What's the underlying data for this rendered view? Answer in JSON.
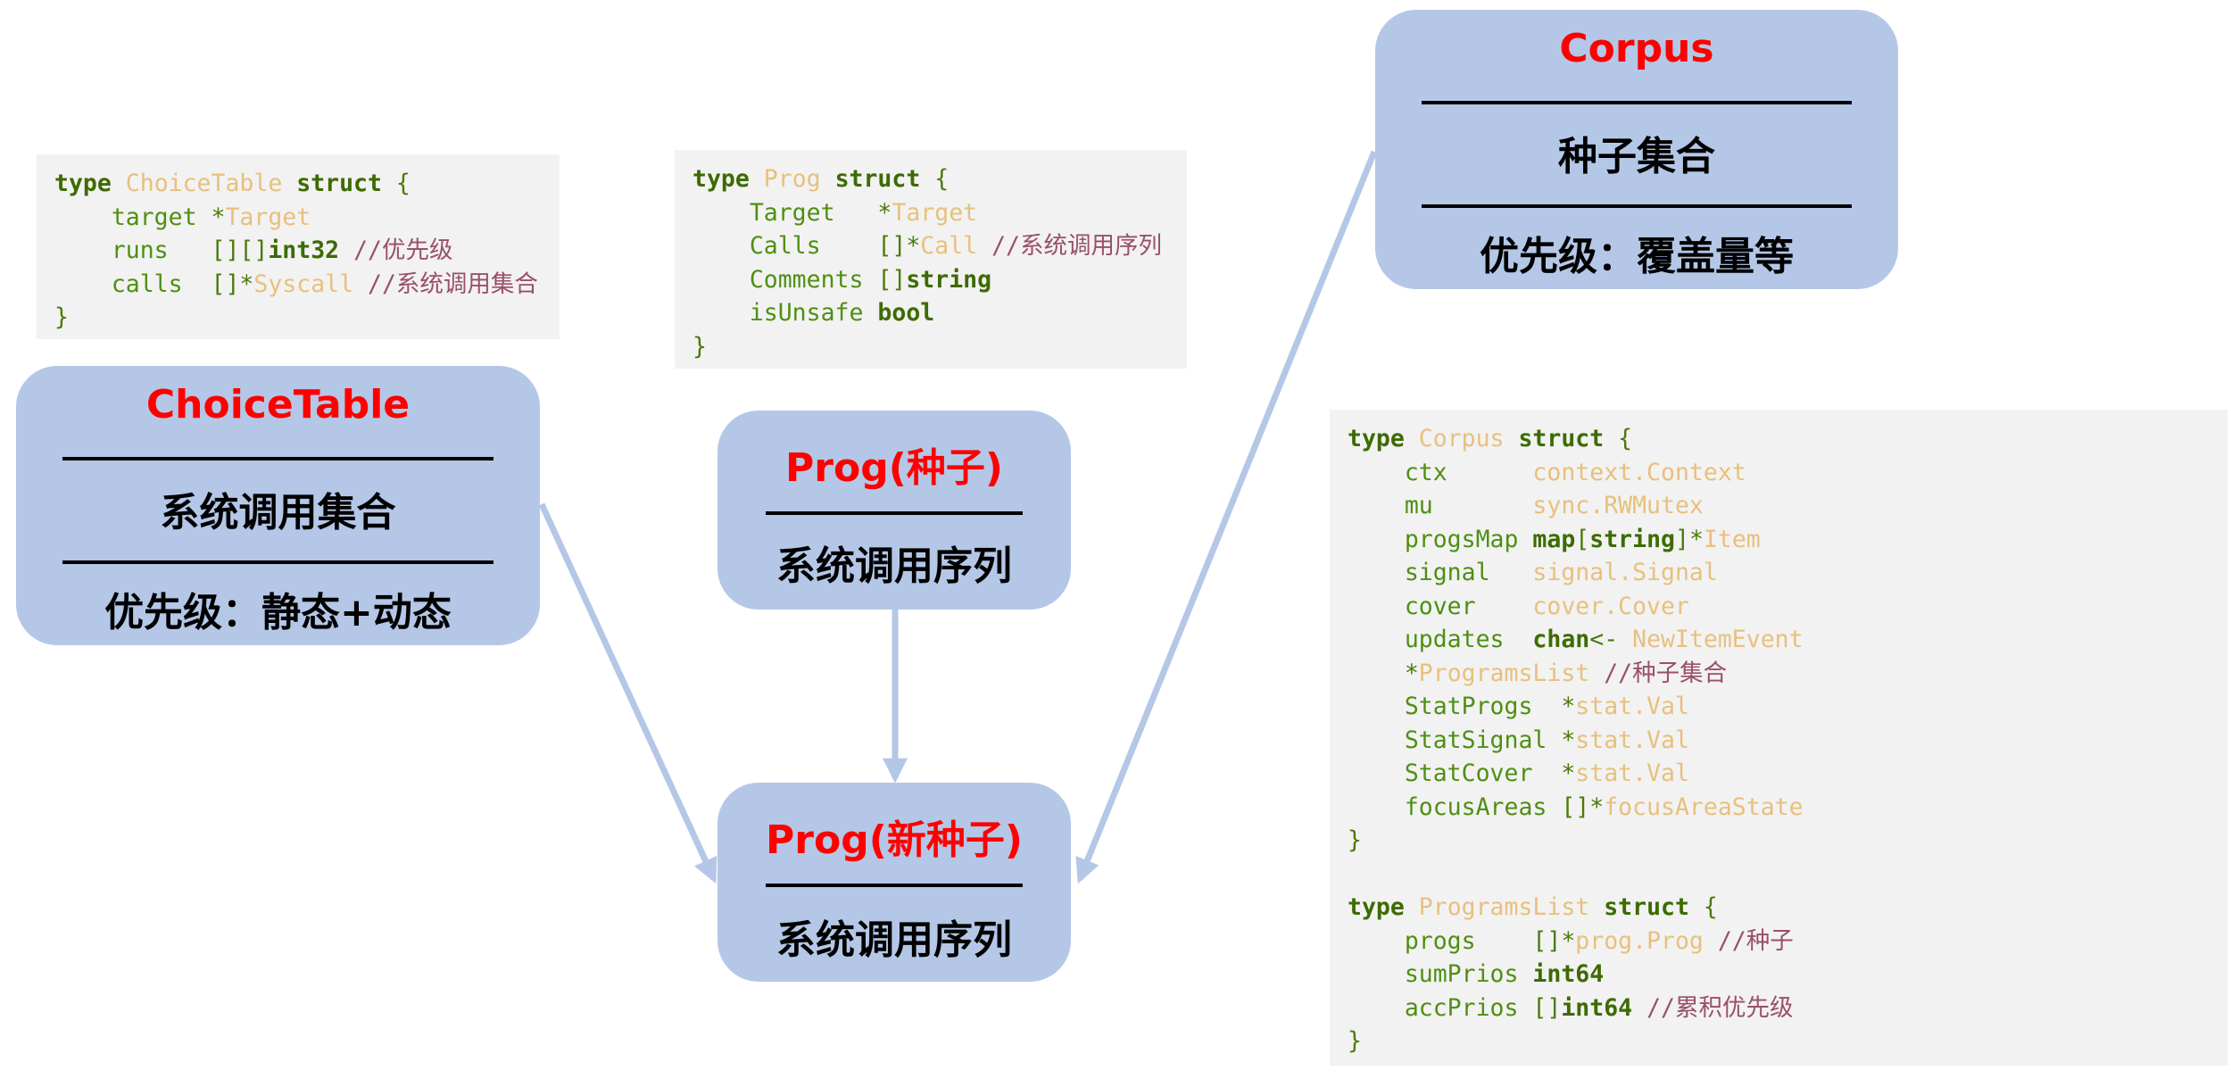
{
  "code_choicetable": [
    [
      [
        "kw",
        "type "
      ],
      [
        "ty",
        "ChoiceTable "
      ],
      [
        "kw",
        "struct "
      ],
      [
        "pn",
        "{"
      ]
    ],
    [
      [
        "fd",
        "    target "
      ],
      [
        "pn",
        "*"
      ],
      [
        "ty",
        "Target"
      ]
    ],
    [
      [
        "fd",
        "    runs   "
      ],
      [
        "pn",
        "[][]"
      ],
      [
        "kw",
        "int32 "
      ],
      [
        "cm",
        "//优先级"
      ]
    ],
    [
      [
        "fd",
        "    calls  "
      ],
      [
        "pn",
        "[]*"
      ],
      [
        "ty",
        "Syscall "
      ],
      [
        "cm",
        "//系统调用集合"
      ]
    ],
    [
      [
        "pn",
        "}"
      ]
    ]
  ],
  "code_prog": [
    [
      [
        "kw",
        "type "
      ],
      [
        "ty",
        "Prog "
      ],
      [
        "kw",
        "struct "
      ],
      [
        "pn",
        "{"
      ]
    ],
    [
      [
        "fd",
        "    Target   "
      ],
      [
        "pn",
        "*"
      ],
      [
        "ty",
        "Target"
      ]
    ],
    [
      [
        "fd",
        "    Calls    "
      ],
      [
        "pn",
        "[]*"
      ],
      [
        "ty",
        "Call "
      ],
      [
        "cm",
        "//系统调用序列"
      ]
    ],
    [
      [
        "fd",
        "    Comments "
      ],
      [
        "pn",
        "[]"
      ],
      [
        "kw",
        "string"
      ]
    ],
    [
      [
        "fd",
        "    isUnsafe "
      ],
      [
        "kw",
        "bool"
      ]
    ],
    [
      [
        "pn",
        "}"
      ]
    ]
  ],
  "code_corpus": [
    [
      [
        "kw",
        "type "
      ],
      [
        "ty",
        "Corpus "
      ],
      [
        "kw",
        "struct "
      ],
      [
        "pn",
        "{"
      ]
    ],
    [
      [
        "fd",
        "    ctx      "
      ],
      [
        "ty",
        "context.Context"
      ]
    ],
    [
      [
        "fd",
        "    mu       "
      ],
      [
        "ty",
        "sync.RWMutex"
      ]
    ],
    [
      [
        "fd",
        "    progsMap "
      ],
      [
        "kw",
        "map"
      ],
      [
        "pn",
        "["
      ],
      [
        "kw",
        "string"
      ],
      [
        "pn",
        "]*"
      ],
      [
        "ty",
        "Item"
      ]
    ],
    [
      [
        "fd",
        "    signal   "
      ],
      [
        "ty",
        "signal.Signal"
      ]
    ],
    [
      [
        "fd",
        "    cover    "
      ],
      [
        "ty",
        "cover.Cover"
      ]
    ],
    [
      [
        "fd",
        "    updates  "
      ],
      [
        "kw",
        "chan"
      ],
      [
        "pn",
        "<- "
      ],
      [
        "ty",
        "NewItemEvent"
      ]
    ],
    [
      [
        "pn",
        "    *"
      ],
      [
        "ty",
        "ProgramsList "
      ],
      [
        "cm",
        "//种子集合"
      ]
    ],
    [
      [
        "fd",
        "    StatProgs  "
      ],
      [
        "pn",
        "*"
      ],
      [
        "ty",
        "stat.Val"
      ]
    ],
    [
      [
        "fd",
        "    StatSignal "
      ],
      [
        "pn",
        "*"
      ],
      [
        "ty",
        "stat.Val"
      ]
    ],
    [
      [
        "fd",
        "    StatCover  "
      ],
      [
        "pn",
        "*"
      ],
      [
        "ty",
        "stat.Val"
      ]
    ],
    [
      [
        "fd",
        "    focusAreas "
      ],
      [
        "pn",
        "[]*"
      ],
      [
        "ty",
        "focusAreaState"
      ]
    ],
    [
      [
        "pn",
        "}"
      ]
    ],
    [
      [
        "pn",
        ""
      ]
    ],
    [
      [
        "kw",
        "type "
      ],
      [
        "ty",
        "ProgramsList "
      ],
      [
        "kw",
        "struct "
      ],
      [
        "pn",
        "{"
      ]
    ],
    [
      [
        "fd",
        "    progs    "
      ],
      [
        "pn",
        "[]*"
      ],
      [
        "ty",
        "prog.Prog "
      ],
      [
        "cm",
        "//种子"
      ]
    ],
    [
      [
        "fd",
        "    sumPrios "
      ],
      [
        "kw",
        "int64"
      ]
    ],
    [
      [
        "fd",
        "    accPrios "
      ],
      [
        "pn",
        "[]"
      ],
      [
        "kw",
        "int64 "
      ],
      [
        "cm",
        "//累积优先级"
      ]
    ],
    [
      [
        "pn",
        "}"
      ]
    ]
  ],
  "boxes": {
    "choicetable": {
      "title": "ChoiceTable",
      "line1": "系统调用集合",
      "line2": "优先级：静态+动态"
    },
    "prog": {
      "title": "Prog(种子)",
      "line1": "系统调用序列"
    },
    "newprog": {
      "title": "Prog(新种子)",
      "line1": "系统调用序列"
    },
    "corpus": {
      "title": "Corpus",
      "line1": "种子集合",
      "line2": "优先级：覆盖量等"
    }
  },
  "colors": {
    "box_fill": "#b4c7e7",
    "title_red": "#ff0000",
    "arrow": "#b4c7e7",
    "code_bg": "#f2f2f2"
  }
}
